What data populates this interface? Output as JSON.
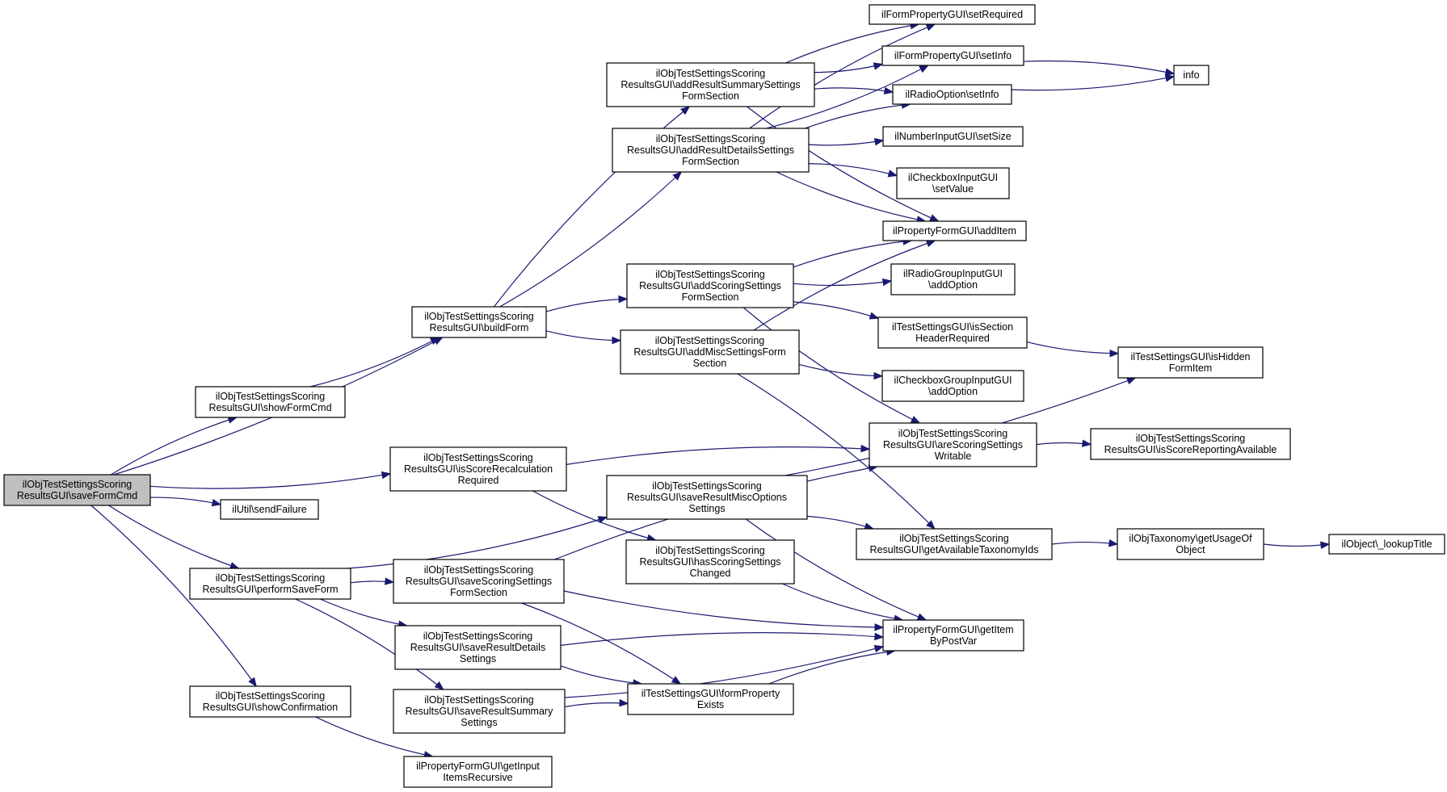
{
  "colors": {
    "edge": "#191970",
    "node_fill": "#ffffff",
    "root_fill": "#bfbfbf",
    "border": "#000000"
  },
  "nodes": [
    {
      "id": "root",
      "root": true,
      "lines": [
        "ilObjTestSettingsScoring",
        "ResultsGUI\\saveFormCmd"
      ]
    },
    {
      "id": "buildForm",
      "lines": [
        "ilObjTestSettingsScoring",
        "ResultsGUI\\buildForm"
      ]
    },
    {
      "id": "showFormCmd",
      "lines": [
        "ilObjTestSettingsScoring",
        "ResultsGUI\\showFormCmd"
      ]
    },
    {
      "id": "isScoreRecalc",
      "lines": [
        "ilObjTestSettingsScoring",
        "ResultsGUI\\isScoreRecalculation",
        "Required"
      ]
    },
    {
      "id": "sendFailure",
      "lines": [
        "ilUtil\\sendFailure"
      ]
    },
    {
      "id": "performSaveForm",
      "lines": [
        "ilObjTestSettingsScoring",
        "ResultsGUI\\performSaveForm"
      ]
    },
    {
      "id": "showConfirmation",
      "lines": [
        "ilObjTestSettingsScoring",
        "ResultsGUI\\showConfirmation"
      ]
    },
    {
      "id": "addResultSummary",
      "lines": [
        "ilObjTestSettingsScoring",
        "ResultsGUI\\addResultSummarySettings",
        "FormSection"
      ]
    },
    {
      "id": "addResultDetails",
      "lines": [
        "ilObjTestSettingsScoring",
        "ResultsGUI\\addResultDetailsSettings",
        "FormSection"
      ]
    },
    {
      "id": "addScoring",
      "lines": [
        "ilObjTestSettingsScoring",
        "ResultsGUI\\addScoringSettings",
        "FormSection"
      ]
    },
    {
      "id": "addMisc",
      "lines": [
        "ilObjTestSettingsScoring",
        "ResultsGUI\\addMiscSettingsForm",
        "Section"
      ]
    },
    {
      "id": "saveResultMisc",
      "lines": [
        "ilObjTestSettingsScoring",
        "ResultsGUI\\saveResultMiscOptions",
        "Settings"
      ]
    },
    {
      "id": "saveScoring",
      "lines": [
        "ilObjTestSettingsScoring",
        "ResultsGUI\\saveScoringSettings",
        "FormSection"
      ]
    },
    {
      "id": "hasScoringChanged",
      "lines": [
        "ilObjTestSettingsScoring",
        "ResultsGUI\\hasScoringSettings",
        "Changed"
      ]
    },
    {
      "id": "saveResultDetails",
      "lines": [
        "ilObjTestSettingsScoring",
        "ResultsGUI\\saveResultDetails",
        "Settings"
      ]
    },
    {
      "id": "saveResultSummary",
      "lines": [
        "ilObjTestSettingsScoring",
        "ResultsGUI\\saveResultSummary",
        "Settings"
      ]
    },
    {
      "id": "getInputItems",
      "lines": [
        "ilPropertyFormGUI\\getInput",
        "ItemsRecursive"
      ]
    },
    {
      "id": "formPropertyExists",
      "lines": [
        "ilTestSettingsGUI\\formProperty",
        "Exists"
      ]
    },
    {
      "id": "setRequired",
      "lines": [
        "ilFormPropertyGUI\\setRequired"
      ]
    },
    {
      "id": "fpSetInfo",
      "lines": [
        "ilFormPropertyGUI\\setInfo"
      ]
    },
    {
      "id": "roSetInfo",
      "lines": [
        "ilRadioOption\\setInfo"
      ]
    },
    {
      "id": "setSize",
      "lines": [
        "ilNumberInputGUI\\setSize"
      ]
    },
    {
      "id": "setValue",
      "lines": [
        "ilCheckboxInputGUI",
        "\\setValue"
      ]
    },
    {
      "id": "addItem",
      "lines": [
        "ilPropertyFormGUI\\addItem"
      ]
    },
    {
      "id": "radioAddOption",
      "lines": [
        "ilRadioGroupInputGUI",
        "\\addOption"
      ]
    },
    {
      "id": "isSectionHeader",
      "lines": [
        "ilTestSettingsGUI\\isSection",
        "HeaderRequired"
      ]
    },
    {
      "id": "cbGroupAddOption",
      "lines": [
        "ilCheckboxGroupInputGUI",
        "\\addOption"
      ]
    },
    {
      "id": "areScoringWritable",
      "lines": [
        "ilObjTestSettingsScoring",
        "ResultsGUI\\areScoringSettings",
        "Writable"
      ]
    },
    {
      "id": "getAvailTaxIds",
      "lines": [
        "ilObjTestSettingsScoring",
        "ResultsGUI\\getAvailableTaxonomyIds"
      ]
    },
    {
      "id": "getItemByPostVar",
      "lines": [
        "ilPropertyFormGUI\\getItem",
        "ByPostVar"
      ]
    },
    {
      "id": "info",
      "lines": [
        "info"
      ]
    },
    {
      "id": "isHiddenFormItem",
      "lines": [
        "ilTestSettingsGUI\\isHidden",
        "FormItem"
      ]
    },
    {
      "id": "isScoreReporting",
      "lines": [
        "ilObjTestSettingsScoring",
        "ResultsGUI\\isScoreReportingAvailable"
      ]
    },
    {
      "id": "getUsageOfObject",
      "lines": [
        "ilObjTaxonomy\\getUsageOf",
        "Object"
      ]
    },
    {
      "id": "lookupTitle",
      "lines": [
        "ilObject\\_lookupTitle"
      ]
    }
  ],
  "edges": [
    [
      "root",
      "buildForm"
    ],
    [
      "root",
      "showFormCmd"
    ],
    [
      "root",
      "isScoreRecalc"
    ],
    [
      "root",
      "sendFailure"
    ],
    [
      "root",
      "performSaveForm"
    ],
    [
      "root",
      "showConfirmation"
    ],
    [
      "showFormCmd",
      "buildForm"
    ],
    [
      "buildForm",
      "addResultSummary"
    ],
    [
      "buildForm",
      "addResultDetails"
    ],
    [
      "buildForm",
      "addScoring"
    ],
    [
      "buildForm",
      "addMisc"
    ],
    [
      "addResultSummary",
      "setRequired"
    ],
    [
      "addResultSummary",
      "fpSetInfo"
    ],
    [
      "addResultSummary",
      "roSetInfo"
    ],
    [
      "addResultSummary",
      "addItem"
    ],
    [
      "addResultDetails",
      "setRequired"
    ],
    [
      "addResultDetails",
      "fpSetInfo"
    ],
    [
      "addResultDetails",
      "roSetInfo"
    ],
    [
      "addResultDetails",
      "setSize"
    ],
    [
      "addResultDetails",
      "setValue"
    ],
    [
      "addResultDetails",
      "addItem"
    ],
    [
      "fpSetInfo",
      "info"
    ],
    [
      "roSetInfo",
      "info"
    ],
    [
      "addScoring",
      "addItem"
    ],
    [
      "addScoring",
      "radioAddOption"
    ],
    [
      "addScoring",
      "isSectionHeader"
    ],
    [
      "addScoring",
      "areScoringWritable"
    ],
    [
      "addMisc",
      "addItem"
    ],
    [
      "addMisc",
      "cbGroupAddOption"
    ],
    [
      "addMisc",
      "getAvailTaxIds"
    ],
    [
      "isSectionHeader",
      "isHiddenFormItem"
    ],
    [
      "isScoreRecalc",
      "areScoringWritable"
    ],
    [
      "isScoreRecalc",
      "hasScoringChanged"
    ],
    [
      "areScoringWritable",
      "isScoreReporting"
    ],
    [
      "performSaveForm",
      "saveResultMisc"
    ],
    [
      "performSaveForm",
      "saveScoring"
    ],
    [
      "performSaveForm",
      "saveResultDetails"
    ],
    [
      "performSaveForm",
      "saveResultSummary"
    ],
    [
      "saveResultMisc",
      "isHiddenFormItem"
    ],
    [
      "saveResultMisc",
      "getAvailTaxIds"
    ],
    [
      "saveResultMisc",
      "getItemByPostVar"
    ],
    [
      "saveScoring",
      "areScoringWritable"
    ],
    [
      "saveScoring",
      "getItemByPostVar"
    ],
    [
      "saveScoring",
      "formPropertyExists"
    ],
    [
      "hasScoringChanged",
      "getItemByPostVar"
    ],
    [
      "getAvailTaxIds",
      "getUsageOfObject"
    ],
    [
      "getUsageOfObject",
      "lookupTitle"
    ],
    [
      "saveResultDetails",
      "getItemByPostVar"
    ],
    [
      "saveResultDetails",
      "formPropertyExists"
    ],
    [
      "saveResultSummary",
      "formPropertyExists"
    ],
    [
      "saveResultSummary",
      "getItemByPostVar"
    ],
    [
      "formPropertyExists",
      "getItemByPostVar"
    ],
    [
      "showConfirmation",
      "getInputItems"
    ]
  ]
}
